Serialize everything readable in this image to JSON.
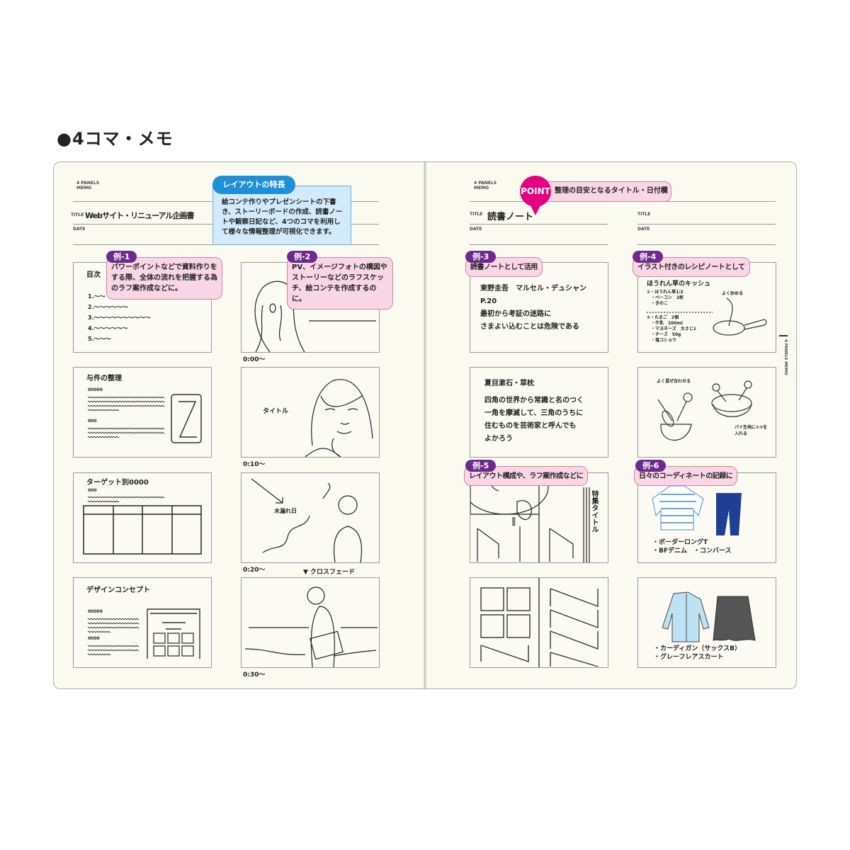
{
  "heading": "●4コマ・メモ",
  "left_page": {
    "brand": [
      "4 PANELS",
      "MEMO"
    ],
    "title_label": "TITLE",
    "title_value": "Webサイト・リニューアル企画書",
    "date_label": "DATE",
    "feature": {
      "tab": "レイアウトの特長",
      "text": "絵コンテ作りやプレゼンシートの下書き、ストーリーボードの作成、読書ノートや観察日記など、4つのコマを利用して様々な情報整理が可視化できます。"
    },
    "example1": {
      "tab": "例-1",
      "text": "パワーポイントなどで資料作りをする際、全体の流れを把握する為のラフ案作成などに。"
    },
    "example2": {
      "tab": "例-2",
      "text": "PV、イメージフォトの構図やストーリーなどのラフスケッチ、絵コンテを作成するのに。"
    },
    "panels_left": {
      "p1_title": "目次",
      "p1_items": [
        "1.〜〜",
        "2.〜〜〜〜〜〜",
        "3.〜〜〜〜〜〜〜〜〜〜",
        "4.〜〜〜〜〜〜",
        "5.〜〜〜"
      ],
      "p2_title": "与件の整理",
      "p2_a": "00000",
      "p2_b": "000",
      "p3_title": "ターゲット別0000",
      "p3_a": "000",
      "p4_title": "デザインコンセプト",
      "p4_a": "00000",
      "p4_b": "0000"
    },
    "panels_right": {
      "p2_label": "タイトル",
      "p3_label": "木漏れ日"
    },
    "times": [
      "0:00〜",
      "0:10〜",
      "0:20〜",
      "0:30〜"
    ],
    "crossfade": "▼ クロスフェード"
  },
  "right_page": {
    "brand": [
      "4 PANELS",
      "MEMO"
    ],
    "point": {
      "badge": "POINT",
      "text": "整理の目安となるタイトル・日付欄"
    },
    "title_label": "TITLE",
    "title_value": "読書ノート",
    "title_label_2": "TITLE",
    "date_label": "DATE",
    "date_label_2": "DATE",
    "example3": {
      "tab": "例-3",
      "text": "読書ノートとして活用"
    },
    "example4": {
      "tab": "例-4",
      "text": "イラスト付きのレシピノートとして"
    },
    "example5": {
      "tab": "例-5",
      "text": "レイアウト構成や、ラフ案作成などに"
    },
    "example6": {
      "tab": "例-6",
      "text": "日々のコーディネートの記録に"
    },
    "book1": [
      "東野圭吾　マルセル・デュシャン",
      "P.20",
      "最初から考証の迷路に",
      "さまよい込むことは危険である"
    ],
    "book2": [
      "夏目漱石・草枕",
      "四角の世界から常識と名のつく",
      "一角を摩滅して、三角のうちに",
      "住むものを芸術家と呼んでも",
      "よかろう"
    ],
    "recipe_title": "ほうれん草のキッシュ",
    "recipe1": [
      "①・ほうれん草1/2",
      "　・ベーコン　2枚",
      "　・きのこ"
    ],
    "recipe2": [
      "②・たまご　2個",
      "　・牛乳　100ml",
      "　・マヨネーズ　大さじ1",
      "　・チーズ　50g",
      "　・塩コショウ"
    ],
    "recipe_note1": "よく炒める",
    "recipe_note2": "よく混ぜ合わせる",
    "recipe_note3": "パイ生地に①②を入れる",
    "layout_title": "特集タイトル",
    "layout_dots": "000",
    "outfit1": [
      "・ボーダーロングT",
      "・BFデニム　・コンバース"
    ],
    "outfit2": [
      "・カーディガン（サックスB）",
      "・グレーフレアスカート"
    ],
    "side_tab": "4 PANELS MEMO"
  },
  "colors": {
    "purple": "#6c2a8c",
    "pink": "#f9d6e6",
    "blue": "#1f8fd8",
    "magenta": "#e5007f",
    "cream": "#fbfaf0"
  }
}
